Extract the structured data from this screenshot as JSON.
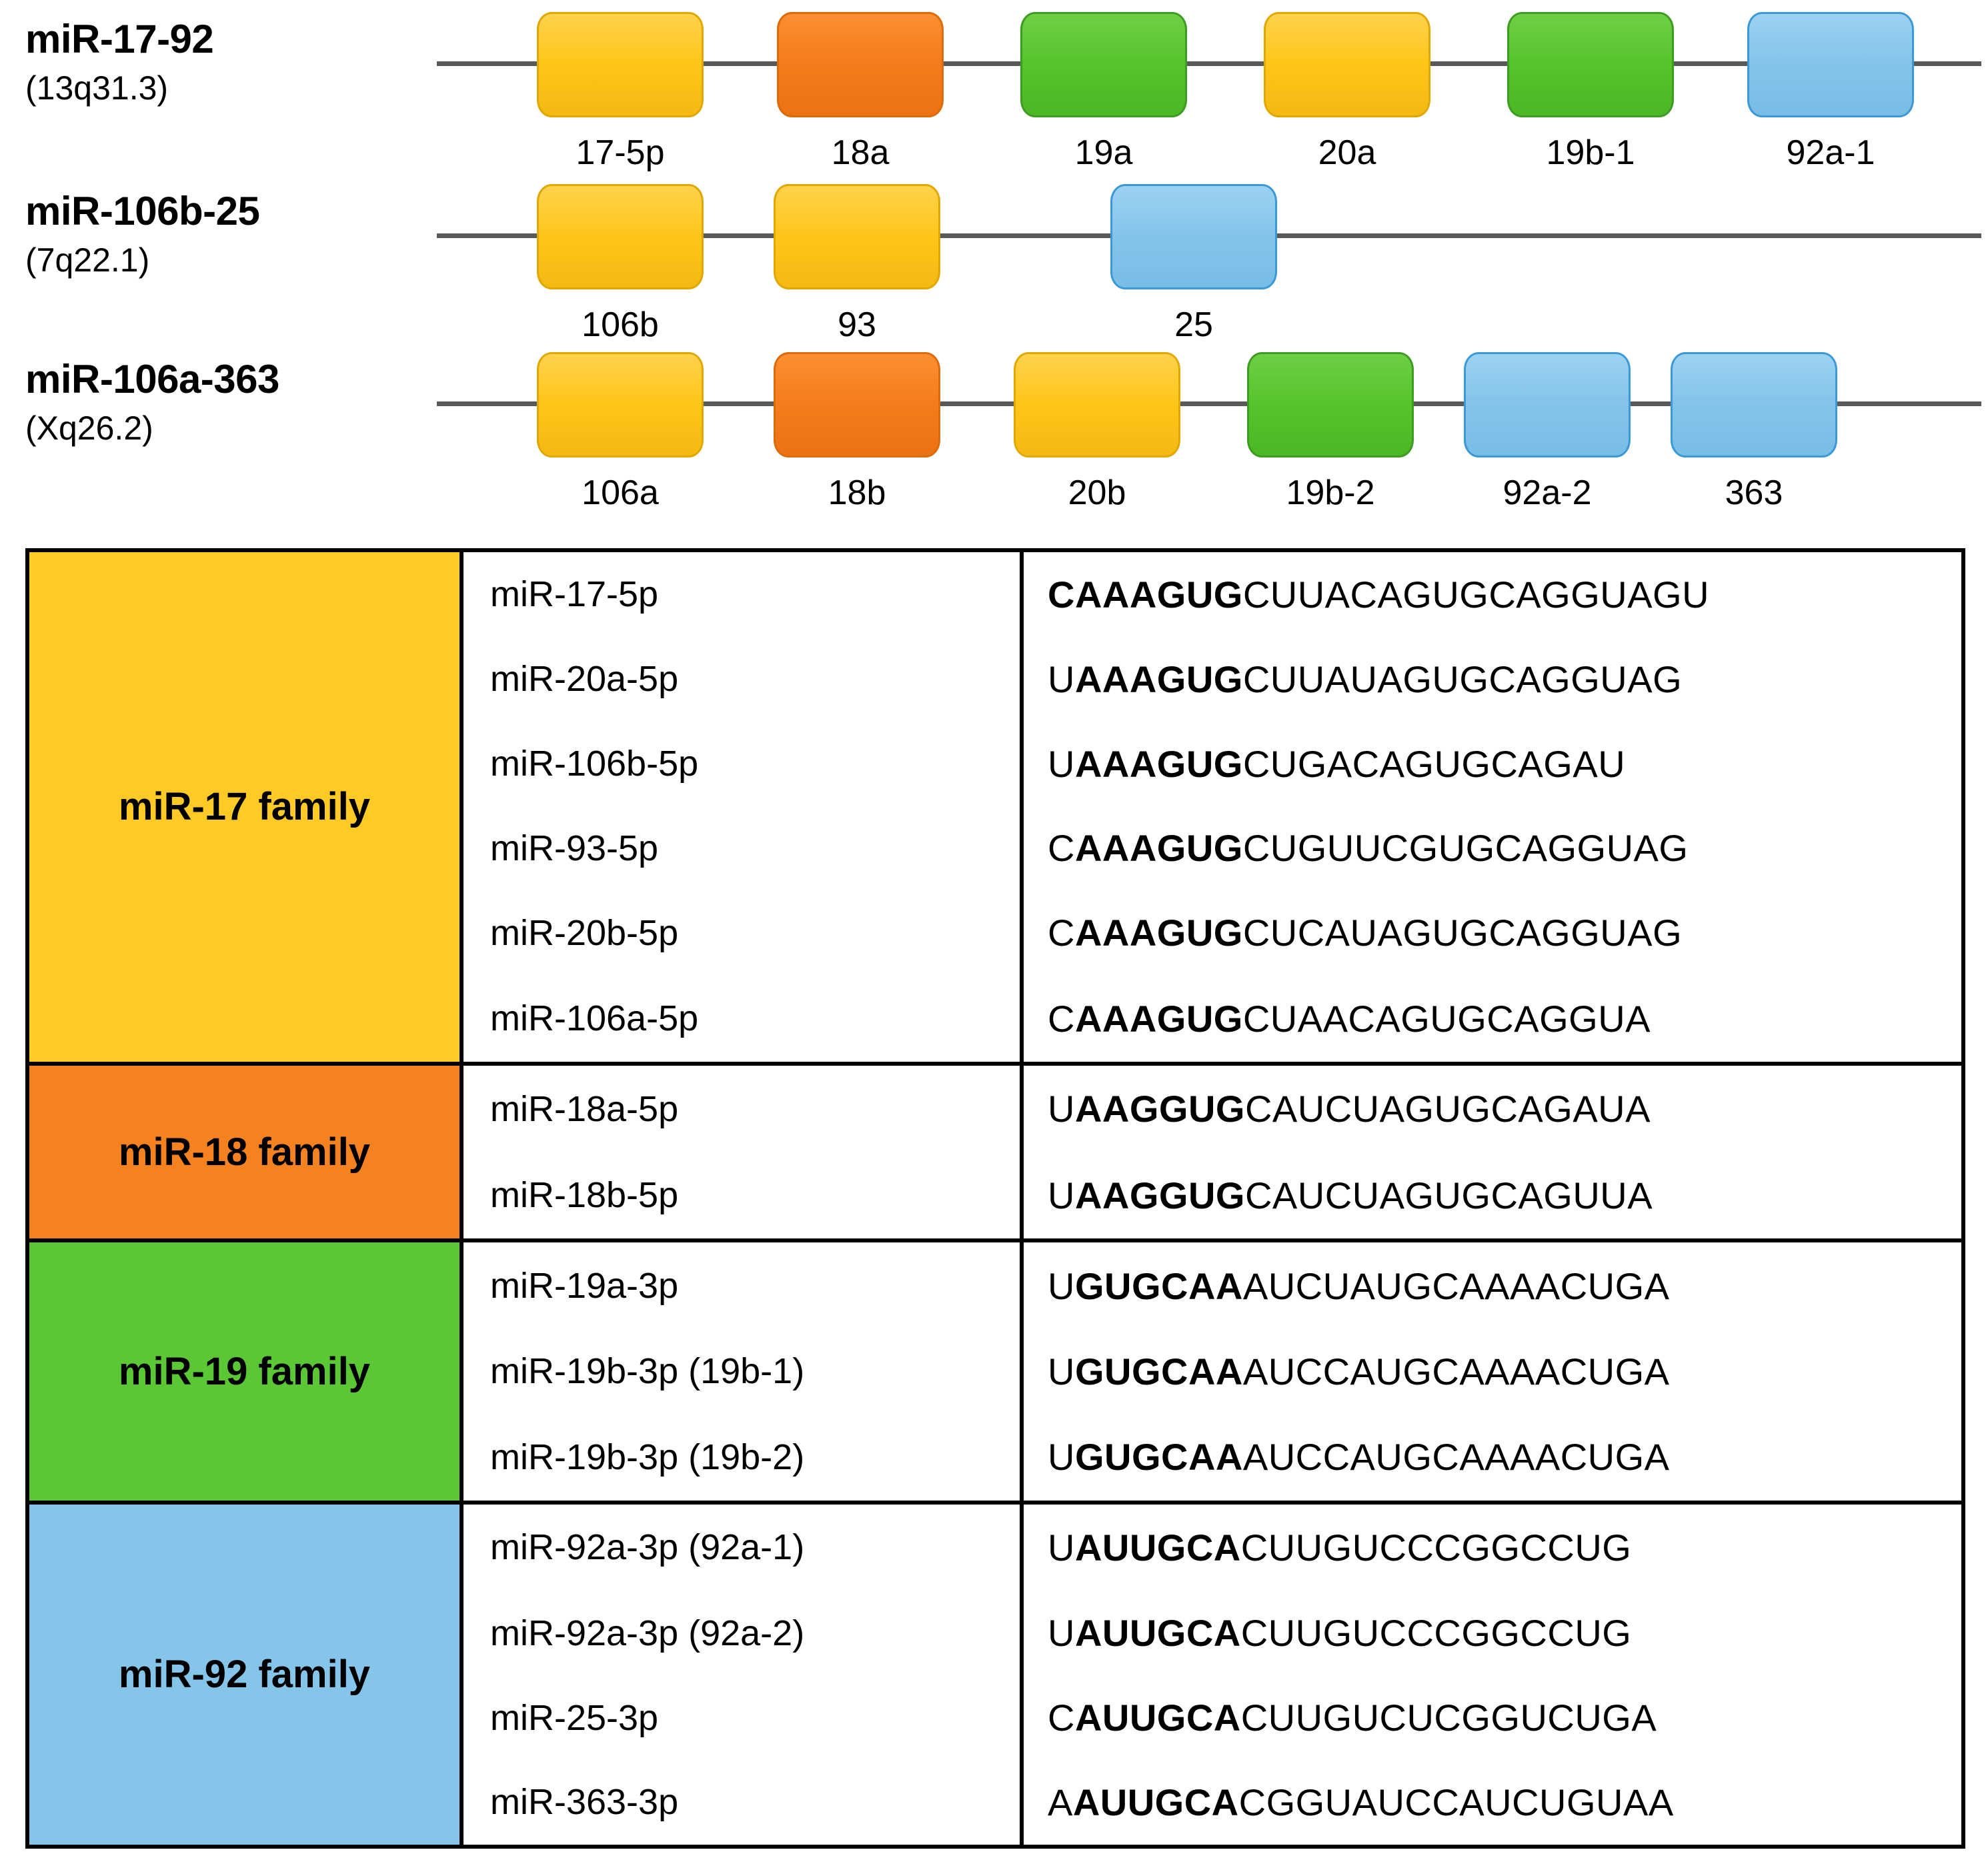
{
  "clusters": [
    {
      "name": "miR-17-92",
      "locus": "(13q31.3)",
      "genes": [
        {
          "label": "17-5p",
          "color": "yellow"
        },
        {
          "label": "18a",
          "color": "orange"
        },
        {
          "label": "19a",
          "color": "green"
        },
        {
          "label": "20a",
          "color": "yellow"
        },
        {
          "label": "19b-1",
          "color": "green"
        },
        {
          "label": "92a-1",
          "color": "blue"
        }
      ]
    },
    {
      "name": "miR-106b-25",
      "locus": "(7q22.1)",
      "genes": [
        {
          "label": "106b",
          "color": "yellow"
        },
        {
          "label": "93",
          "color": "yellow"
        },
        {
          "label": "25",
          "color": "blue"
        }
      ]
    },
    {
      "name": "miR-106a-363",
      "locus": "(Xq26.2)",
      "genes": [
        {
          "label": "106a",
          "color": "yellow"
        },
        {
          "label": "18b",
          "color": "orange"
        },
        {
          "label": "20b",
          "color": "yellow"
        },
        {
          "label": "19b-2",
          "color": "green"
        },
        {
          "label": "92a-2",
          "color": "blue"
        },
        {
          "label": "363",
          "color": "blue"
        }
      ]
    }
  ],
  "colors": {
    "yellow": "#ffc926",
    "orange": "#f58220",
    "green": "#5cc734",
    "blue": "#86c5ea",
    "line": "#595959",
    "border": "#000000"
  },
  "families": [
    {
      "family": "miR-17 family",
      "color": "yellow",
      "members": [
        {
          "name": "miR-17-5p",
          "seed": "CAAAGUG",
          "prefix": "C",
          "rest": "CUUACAGUGCAGGUAGU",
          "sequence": "CAAAGUGCUUACAGUGCAGGUAGU"
        },
        {
          "name": "miR-20a-5p",
          "seed": "AAAGUG",
          "prefix": "U",
          "rest": "CUUAUAGUGCAGGUAG",
          "sequence": "UAAAGUGCUUAUAGUGCAGGUAG"
        },
        {
          "name": "miR-106b-5p",
          "seed": "AAAGUG",
          "prefix": "U",
          "rest": "CUGACAGUGCAGAU",
          "sequence": "UAAAGUGCUGACAGUGCAGAU"
        },
        {
          "name": "miR-93-5p",
          "seed": "AAAGUG",
          "prefix": "C",
          "rest": "CUGUUCGUGCAGGUAG",
          "sequence": "CAAAGUGCUGUUCGUGCAGGUAG"
        },
        {
          "name": "miR-20b-5p",
          "seed": "AAAGUG",
          "prefix": "C",
          "rest": "CUCAUAGUGCAGGUAG",
          "sequence": "CAAAGUGCUCAUAGUGCAGGUAG"
        },
        {
          "name": "miR-106a-5p",
          "seed": "AAAGUG",
          "prefix": "C",
          "rest": "CUAACAGUGCAGGUA",
          "sequence": "CAAAGUGCUAACAGUGCAGGUA"
        }
      ]
    },
    {
      "family": "miR-18 family",
      "color": "orange",
      "members": [
        {
          "name": "miR-18a-5p",
          "seed": "AAGGUG",
          "prefix": "U",
          "rest": "CAUCUAGUGCAGAUA",
          "sequence": "UAAGGUGCAUCUAGUGCAGAUA"
        },
        {
          "name": "miR-18b-5p",
          "seed": "AAGGUG",
          "prefix": "U",
          "rest": "CAUCUAGUGCAGUUA",
          "sequence": "UAAGGUGCAUCUAGUGCAGUUA"
        }
      ]
    },
    {
      "family": "miR-19 family",
      "color": "green",
      "members": [
        {
          "name": "miR-19a-3p",
          "seed": "GUGCAA",
          "prefix": "U",
          "rest": "AUCUAUGCAAAACUGA",
          "sequence": "UGUGCAAAUCUAUGCAAAACUGA"
        },
        {
          "name": "miR-19b-3p (19b-1)",
          "seed": "GUGCAA",
          "prefix": "U",
          "rest": "AUCCAUGCAAAACUGA",
          "sequence": "UGUGCAAAUCCAUGCAAAACUGA"
        },
        {
          "name": "miR-19b-3p (19b-2)",
          "seed": "GUGCAA",
          "prefix": "U",
          "rest": "AUCCAUGCAAAACUGA",
          "sequence": "UGUGCAAAUCCAUGCAAAACUGA"
        }
      ]
    },
    {
      "family": "miR-92 family",
      "color": "blue",
      "members": [
        {
          "name": "miR-92a-3p (92a-1)",
          "seed": "AUUGCA",
          "prefix": "U",
          "rest": "CUUGUCCCGGCCUG",
          "sequence": "UAUUGCACUUGUCCCGGCCUG"
        },
        {
          "name": "miR-92a-3p (92a-2)",
          "seed": "AUUGCA",
          "prefix": "U",
          "rest": "CUUGUCCCGGCCUG",
          "sequence": "UAUUGCACUUGUCCCGGCCUG"
        },
        {
          "name": "miR-25-3p",
          "seed": "AUUGCA",
          "prefix": "C",
          "rest": "CUUGUCUCGGUCUGA",
          "sequence": "CAUUGCACUUGUCUCGGUCUGA"
        },
        {
          "name": "miR-363-3p",
          "seed": "AUUGCA",
          "prefix": "A",
          "rest": "CGGUAUCCAUCUGUAA",
          "sequence": "AAUUGCACGGUAUCCAUCUGUAA"
        }
      ]
    }
  ]
}
